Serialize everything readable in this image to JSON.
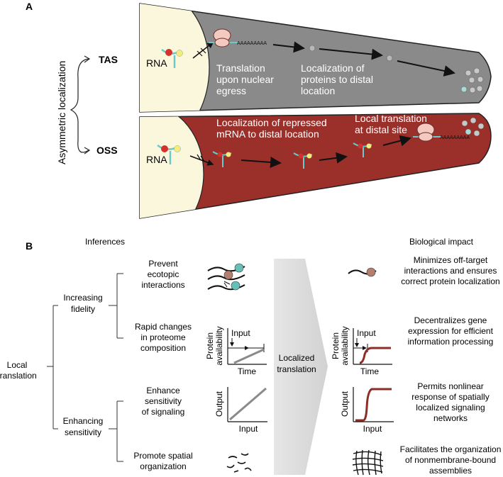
{
  "panel_a": {
    "label": "A",
    "side_label": "Asymmetric localization",
    "tas": "TAS",
    "oss": "OSS",
    "rna_top": "RNA",
    "rna_bottom": "RNA",
    "tas_text1": [
      "Translation",
      "upon nuclear",
      "egress"
    ],
    "tas_text2": [
      "Localization of",
      "proteins to distal",
      "location"
    ],
    "oss_text1": [
      "Localization of repressed",
      "mRNA to distal location"
    ],
    "oss_text2": [
      "Local translation",
      "at distal site"
    ],
    "polya": "AAAAAAAAA",
    "colors": {
      "gray_cell": "#8a8a8a",
      "red_cell": "#9b2f2a",
      "nucleus": "#fbf7dc"
    }
  },
  "panel_b": {
    "label": "B",
    "inferences_header": "Inferences",
    "impact_header": "Biological impact",
    "root": [
      "Local",
      "translation"
    ],
    "branch1": [
      "Increasing",
      "fidelity"
    ],
    "branch2": [
      "Enhancing",
      "sensitivity"
    ],
    "leaf1": [
      "Prevent",
      "ecotopic",
      "interactions"
    ],
    "leaf2": [
      "Rapid changes",
      "in proteome",
      "composition"
    ],
    "leaf3": [
      "Enhance",
      "sensitivity",
      "of signaling"
    ],
    "leaf4": [
      "Promote spatial",
      "organization"
    ],
    "arrow_label": [
      "Localized",
      "translation"
    ],
    "graph_left": {
      "ylabel": [
        "Protein",
        "availability"
      ],
      "xlabel": "Time",
      "input": "Input"
    },
    "graph_right": {
      "ylabel": [
        "Protein",
        "availability"
      ],
      "xlabel": "Time",
      "input": "Input"
    },
    "graph_left2": {
      "ylabel": "Output",
      "xlabel": "Input"
    },
    "graph_right2": {
      "ylabel": "Output",
      "xlabel": "Input"
    },
    "impact1": [
      "Minimizes off-target",
      "interactions and ensures",
      "correct protein localization"
    ],
    "impact2": [
      "Decentralizes gene",
      "expression for efficient",
      "information processing"
    ],
    "impact3": [
      "Permits nonlinear",
      "response of spatially",
      "localized signaling",
      "networks"
    ],
    "impact4": [
      "Facilitates the organization",
      "of nonmembrane-bound",
      "assemblies"
    ]
  }
}
